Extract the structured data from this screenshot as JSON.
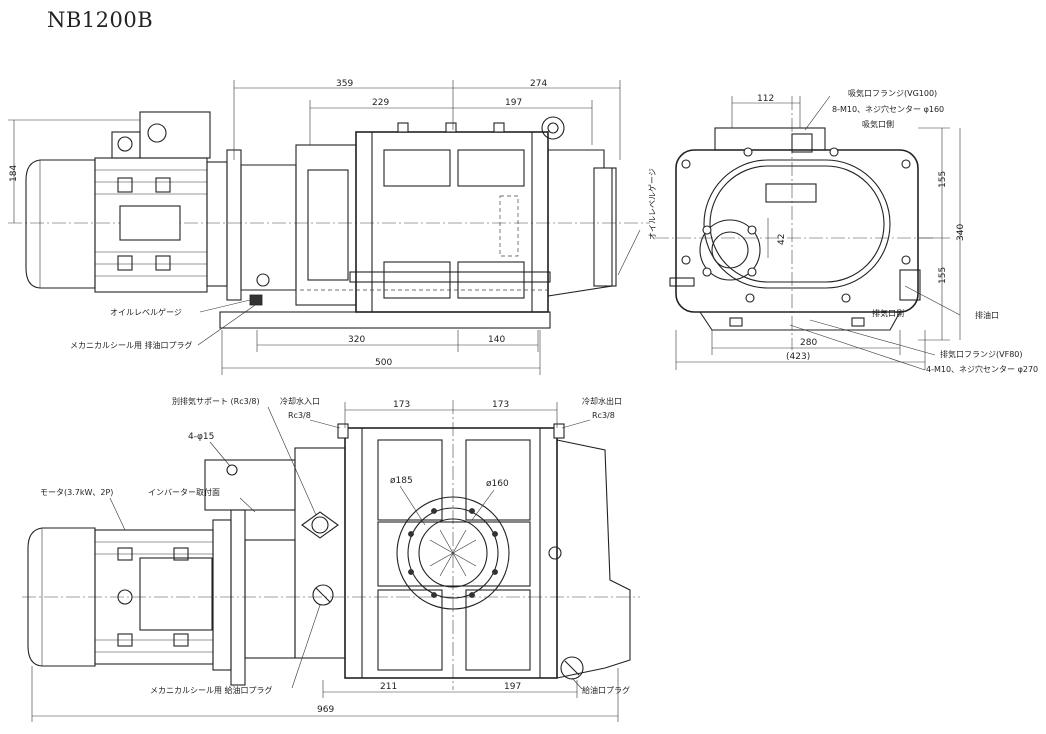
{
  "title": "NB1200B",
  "dimensions": {
    "d359": "359",
    "d274": "274",
    "d229": "229",
    "d197a": "197",
    "d184": "184",
    "d320": "320",
    "d140": "140",
    "d500": "500",
    "d112": "112",
    "d155a": "155",
    "d155b": "155",
    "d340": "340",
    "d42": "42",
    "d280": "280",
    "d423": "(423)",
    "d173a": "173",
    "d173b": "173",
    "d211": "211",
    "d197b": "197",
    "d969": "969",
    "phi185": "ø185",
    "phi160": "ø160"
  },
  "labels": {
    "oil_level_gauge": "オイルレベルゲージ",
    "oil_level_gauge_v": "オイルレベルゲージ",
    "mech_seal_drain": "メカニカルシール用 排油口プラグ",
    "intake_flange": "吸気口フランジ(VG100)",
    "intake_bolts": "8-M10、ネジ穴センター φ160",
    "intake_side": "吸気口側",
    "drain_port": "排油口",
    "exhaust_side": "排気口側",
    "exhaust_flange": "排気口フランジ(VF80)",
    "exhaust_bolts": "4-M10、ネジ穴センター φ270",
    "extra_exhaust": "別排気サポート (Rc3/8)",
    "cool_in": "冷却水入口",
    "cool_in_rc": "Rc3/8",
    "cool_out": "冷却水出口",
    "cool_out_rc": "Rc3/8",
    "holes": "4-φ15",
    "motor": "モータ(3.7kW、2P)",
    "inverter_mount": "インバーター取付面",
    "mech_seal_fill": "メカニカルシール用 給油口プラグ",
    "oil_fill_plug": "給油口プラグ"
  }
}
